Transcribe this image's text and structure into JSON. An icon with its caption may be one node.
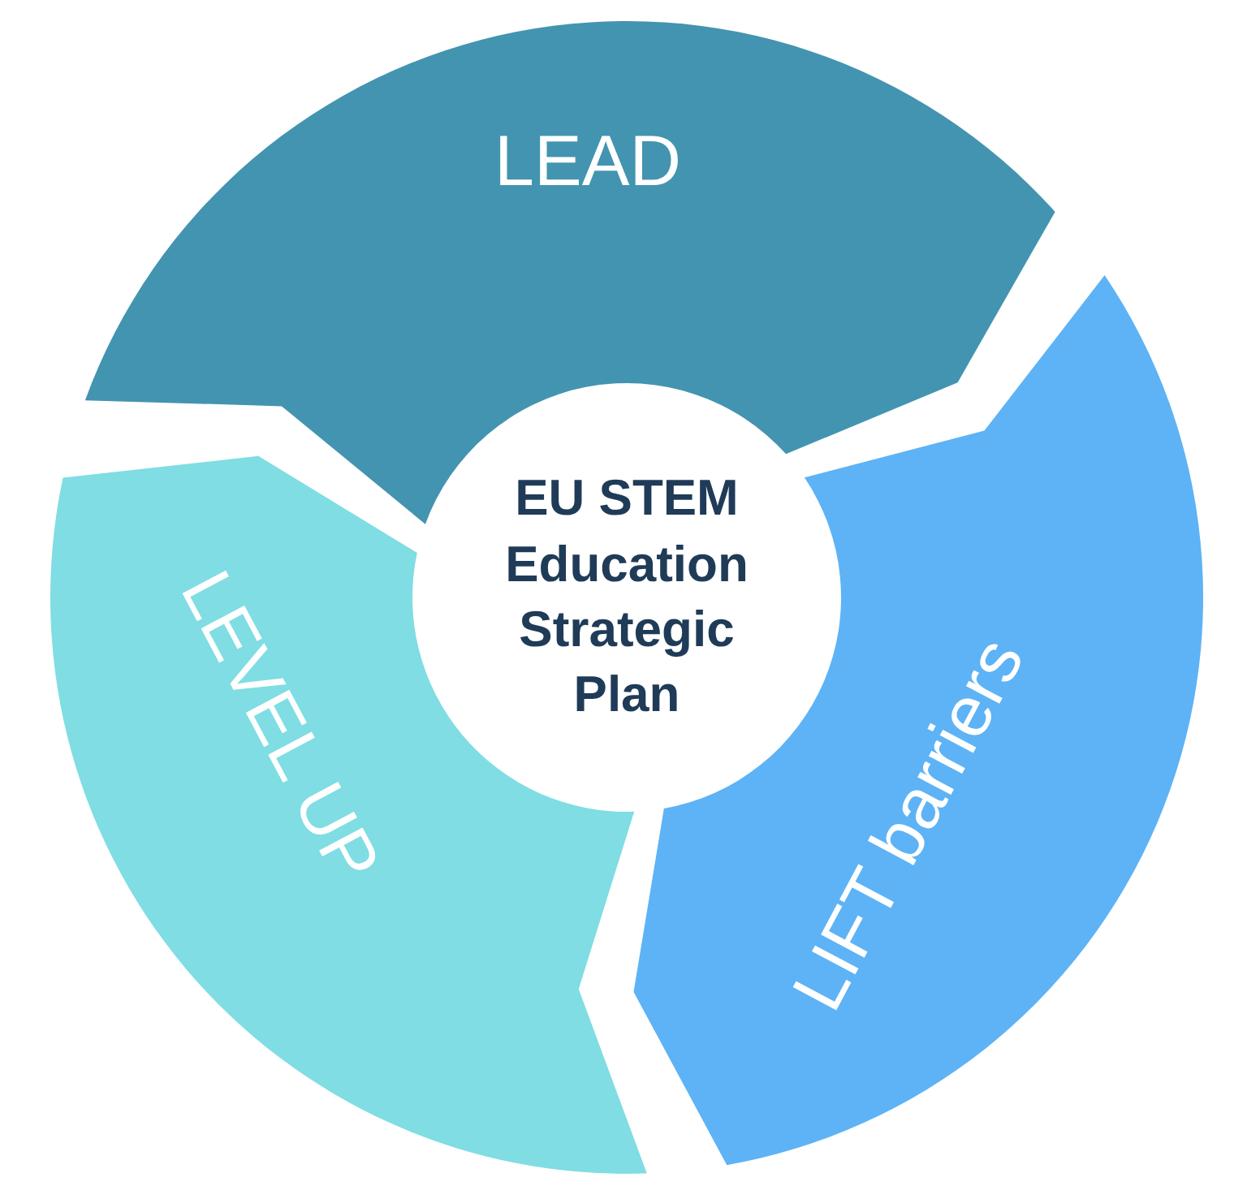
{
  "diagram": {
    "nodes": [
      {
        "text": [
          "EU STEM Education Strategic Plan"
        ]
      },
      {
        "text": [
          "LEAD"
        ]
      },
      {
        "text": [
          "LIFT barriers"
        ]
      },
      {
        "text": [
          "LEVEL UP"
        ]
      }
    ]
  }
}
